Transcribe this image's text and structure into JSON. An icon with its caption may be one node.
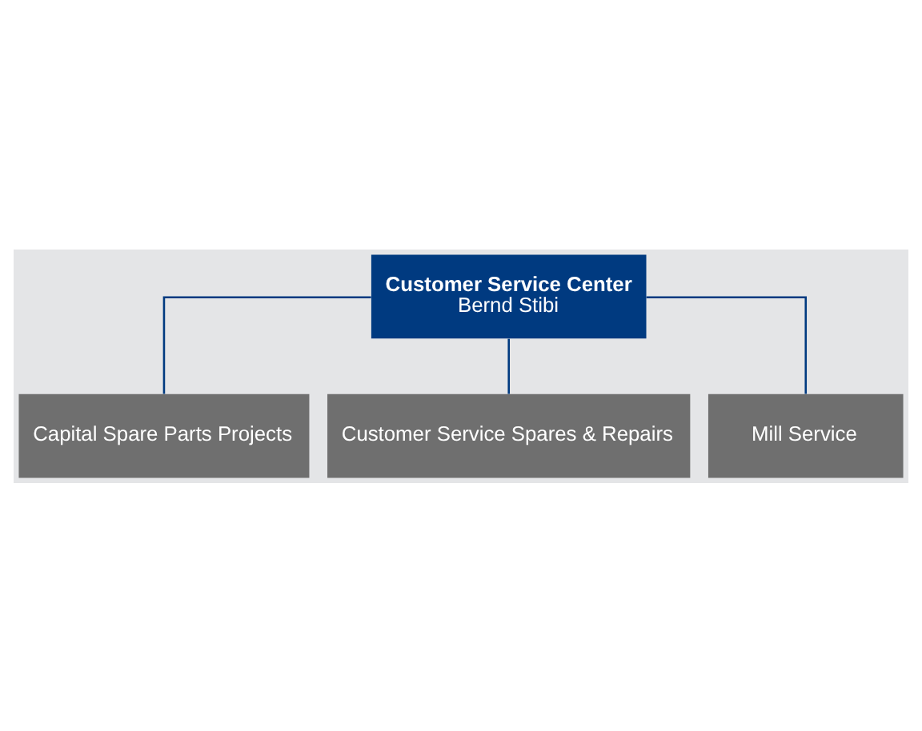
{
  "diagram": {
    "nodes": [
      {
        "text": [
          "Customer Service Center",
          "Bernd Stibi"
        ]
      },
      {
        "text": [
          "Capital Spare Parts Projects"
        ]
      },
      {
        "text": [
          "Customer Service Spares & Repairs"
        ]
      },
      {
        "text": [
          "Mill Service"
        ]
      }
    ],
    "edges": [
      {
        "from": 0,
        "to": 1,
        "arrow": "none"
      },
      {
        "from": 0,
        "to": 2,
        "arrow": "none"
      },
      {
        "from": 0,
        "to": 3,
        "arrow": "none"
      }
    ]
  }
}
